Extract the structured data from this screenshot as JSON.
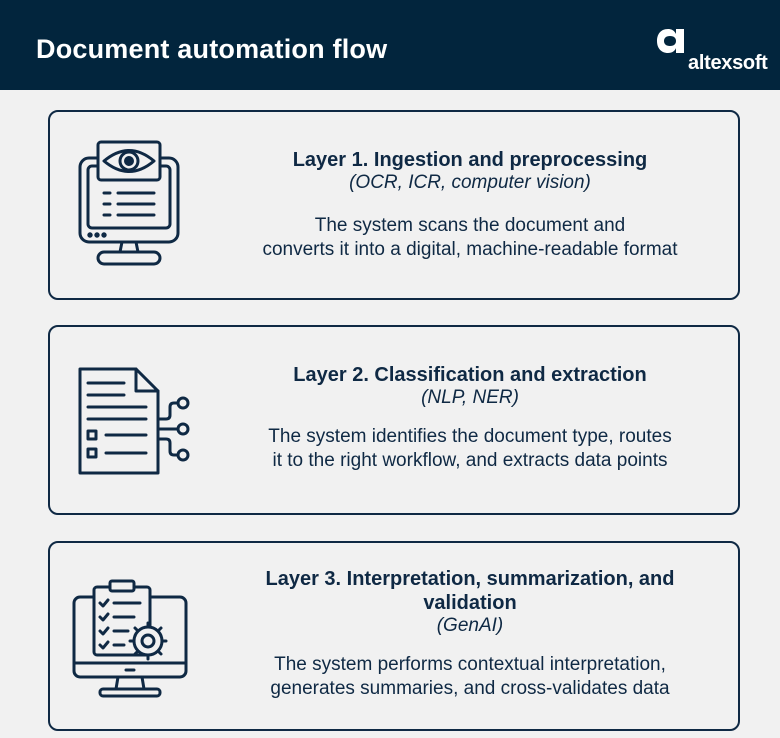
{
  "header": {
    "title": "Document automation flow",
    "brand": "altexsoft",
    "brand_icon": "altexsoft-logo-icon"
  },
  "colors": {
    "header_bg": "#02253d",
    "ink": "#0f2944",
    "page_bg": "#f1f1f1"
  },
  "layers": [
    {
      "title": "Layer 1. Ingestion and preprocessing",
      "tech": "(OCR, ICR, computer vision)",
      "description_line1": "The system scans the document and",
      "description_line2": "converts it into a digital, machine-readable format",
      "icon": "monitor-eye-scan-icon"
    },
    {
      "title": "Layer 2. Classification and extraction",
      "tech": "(NLP, NER)",
      "description_line1": "The system identifies the document type, routes",
      "description_line2": "it to the right workflow, and extracts data points",
      "icon": "document-routing-icon"
    },
    {
      "title_line1": "Layer 3. Interpretation, summarization, and",
      "title_line2": "validation",
      "tech": "(GenAI)",
      "description_line1": "The system performs contextual interpretation,",
      "description_line2": "generates summaries, and cross-validates data",
      "icon": "monitor-checklist-gear-icon"
    }
  ]
}
